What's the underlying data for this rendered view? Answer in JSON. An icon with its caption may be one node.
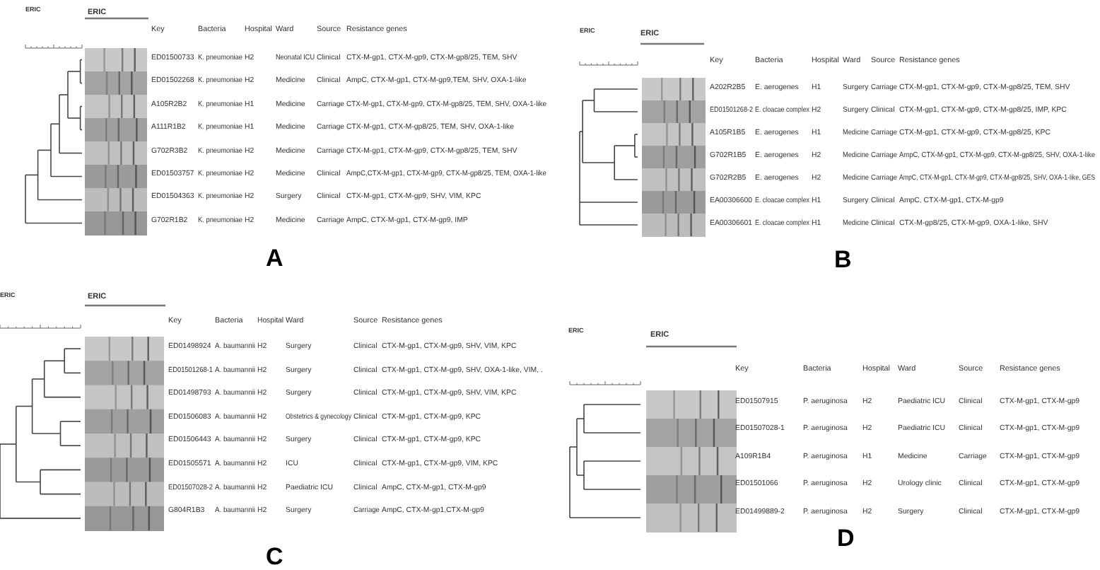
{
  "diagram": {
    "labels": [
      "ERIC",
      "ERIC",
      "Key",
      "Bacteria",
      "Hospital",
      "Ward",
      "Source",
      "Resistance genes",
      "ED01500733",
      "K. pneumoniae",
      "H2",
      "Neonatal ICU",
      "Clinical",
      "CTX-M-gp1, CTX-M-gp9, CTX-M-gp8/25, TEM, SHV",
      "ED01502268",
      "K. pneumoniae",
      "H2",
      "Medicine",
      "Clinical",
      "AmpC, CTX-M-gp1, CTX-M-gp9,TEM, SHV, OXA-1-like",
      "A105R2B2",
      "K. pneumoniae",
      "H1",
      "Medicine",
      "Carriage",
      "CTX-M-gp1, CTX-M-gp9, CTX-M-gp8/25, TEM, SHV, OXA-1-like",
      "A111R1B2",
      "K. pneumoniae",
      "H1",
      "Medicine",
      "Carriage",
      "CTX-M-gp1, CTX-M-gp8/25, TEM, SHV, OXA-1-like",
      "G702R3B2",
      "K. pneumoniae",
      "H2",
      "Medicine",
      "Carriage",
      "CTX-M-gp1, CTX-M-gp9, CTX-M-gp8/25, TEM, SHV",
      "ED01503757",
      "K. pneumoniae",
      "H2",
      "Medicine",
      "Clinical",
      "AmpC,CTX-M-gp1, CTX-M-gp9, CTX-M-gp8/25, TEM, OXA-1-like",
      "ED01504363",
      "K. pneumoniae",
      "H2",
      "Surgery",
      "Clinical",
      "CTX-M-gp1, CTX-M-gp9, SHV, VIM, KPC",
      "G702R1B2",
      "K. pneumoniae",
      "H2",
      "Medicine",
      "Carriage",
      "AmpC, CTX-M-gp1, CTX-M-gp9, IMP",
      "A",
      "ERIC",
      "ERIC",
      "Key",
      "Bacteria",
      "Hospital",
      "Ward",
      "Source",
      "Resistance genes",
      "A202R2B5",
      "E. aerogenes",
      "H1",
      "Surgery",
      "Carriage",
      "CTX-M-gp1, CTX-M-gp9, CTX-M-gp8/25, TEM, SHV",
      "ED01501268-2",
      "E. cloacae complex",
      "H2",
      "Surgery",
      "Clinical",
      "CTX-M-gp1, CTX-M-gp9, CTX-M-gp8/25, IMP, KPC",
      "A105R1B5",
      "E. aerogenes",
      "H1",
      "Medicine",
      "Carriage",
      "CTX-M-gp1, CTX-M-gp9, CTX-M-gp8/25, KPC",
      "G702R1B5",
      "E. aerogenes",
      "H2",
      "Medicine",
      "Carriage",
      "AmpC, CTX-M-gp1, CTX-M-gp9, CTX-M-gp8/25, SHV, OXA-1-like",
      "G702R2B5",
      "E. aerogenes",
      "H2",
      "Medicine",
      "Carriage",
      "AmpC, CTX-M-gp1, CTX-M-gp9, CTX-M-gp8/25, SHV, OXA-1-like, GES",
      "EA00306600",
      "E. cloacae complex",
      "H1",
      "Surgery",
      "Clinical",
      "AmpC, CTX-M-gp1, CTX-M-gp9",
      "EA00306601",
      "E. cloacae complex",
      "H1",
      "Medicine",
      "Clinical",
      "CTX-M-gp8/25, CTX-M-gp9, OXA-1-like, SHV",
      "B",
      "ERIC",
      "ERIC",
      "Key",
      "Bacteria",
      "Hospital",
      "Ward",
      "Source",
      "Resistance genes",
      "ED01498924",
      "A. baumannii",
      "H2",
      "Surgery",
      "Clinical",
      "CTX-M-gp1, CTX-M-gp9, SHV, VIM, KPC",
      "ED01501268-1",
      "A. baumannii",
      "H2",
      "Surgery",
      "Clinical",
      "CTX-M-gp1, CTX-M-gp9, SHV, OXA-1-like, VIM, .",
      "ED01498793",
      "A. baumannii",
      "H2",
      "Surgery",
      "Clinical",
      "CTX-M-gp1, CTX-M-gp9, SHV, VIM, KPC",
      "ED01506083",
      "A. baumannii",
      "H2",
      "Obstetrics & gynecology",
      "Clinical",
      "CTX-M-gp1, CTX-M-gp9, KPC",
      "ED01506443",
      "A. baumannii",
      "H2",
      "Surgery",
      "Clinical",
      "CTX-M-gp1, CTX-M-gp9, KPC",
      "ED01505571",
      "A. baumannii",
      "H2",
      "ICU",
      "Clinical",
      "CTX-M-gp1, CTX-M-gp9, VIM, KPC",
      "ED01507028-2",
      "A. baumannii",
      "H2",
      "Paediatric ICU",
      "Clinical",
      "AmpC, CTX-M-gp1, CTX-M-gp9",
      "G804R1B3",
      "A. baumannii",
      "H2",
      "Surgery",
      "Carriage",
      "AmpC, CTX-M-gp1,CTX-M-gp9",
      "C",
      "ERIC",
      "ERIC",
      "Key",
      "Bacteria",
      "Hospital",
      "Ward",
      "Source",
      "Resistance genes",
      "ED01507915",
      "P. aeruginosa",
      "H2",
      "Paediatric ICU",
      "Clinical",
      "CTX-M-gp1, CTX-M-gp9",
      "ED01507028-1",
      "P. aeruginosa",
      "H2",
      "Paediatric ICU",
      "Clinical",
      "CTX-M-gp1, CTX-M-gp9",
      "A109R1B4",
      "P. aeruginosa",
      "H1",
      "Medicine",
      "Carriage",
      "CTX-M-gp1, CTX-M-gp9",
      "ED01501066",
      "P. aeruginosa",
      "H2",
      "Urology clinic",
      "Clinical",
      "CTX-M-gp1, CTX-M-gp9",
      "ED01499889-2",
      "P. aeruginosa",
      "H2",
      "Surgery",
      "Clinical",
      "CTX-M-gp1, CTX-M-gp9",
      "D"
    ]
  }
}
